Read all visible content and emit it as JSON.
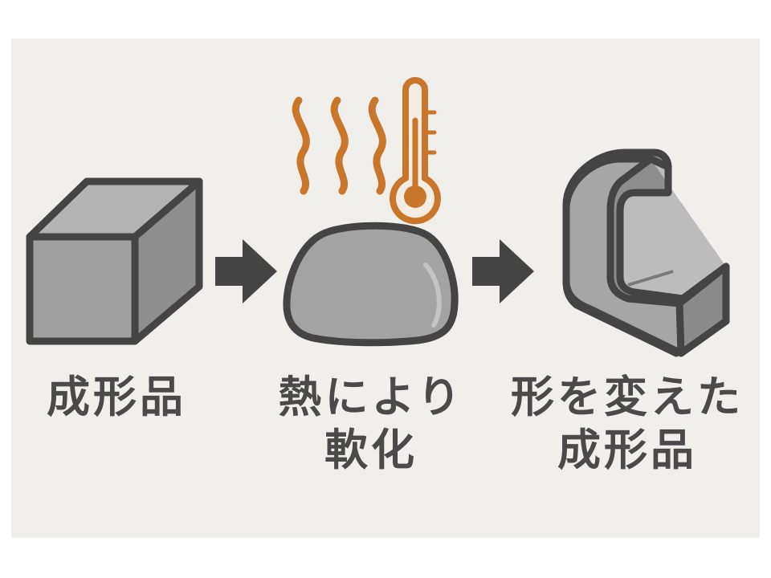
{
  "labels": {
    "step1": "成形品",
    "step2": [
      "熱により",
      "軟化"
    ],
    "step3": [
      "形を変えた",
      "成形品"
    ]
  },
  "colors": {
    "panel_background": "#f0efec",
    "shape_fill": "#9b9b9b",
    "shape_stroke": "#444444",
    "heat_orange": "#c9762a",
    "arrow": "#444444",
    "text": "#4a4a4a"
  },
  "icons": [
    "cube-icon",
    "heat-waves-icon",
    "thermometer-icon",
    "arrow-right-icon",
    "softened-blob-icon",
    "l-bracket-icon"
  ]
}
